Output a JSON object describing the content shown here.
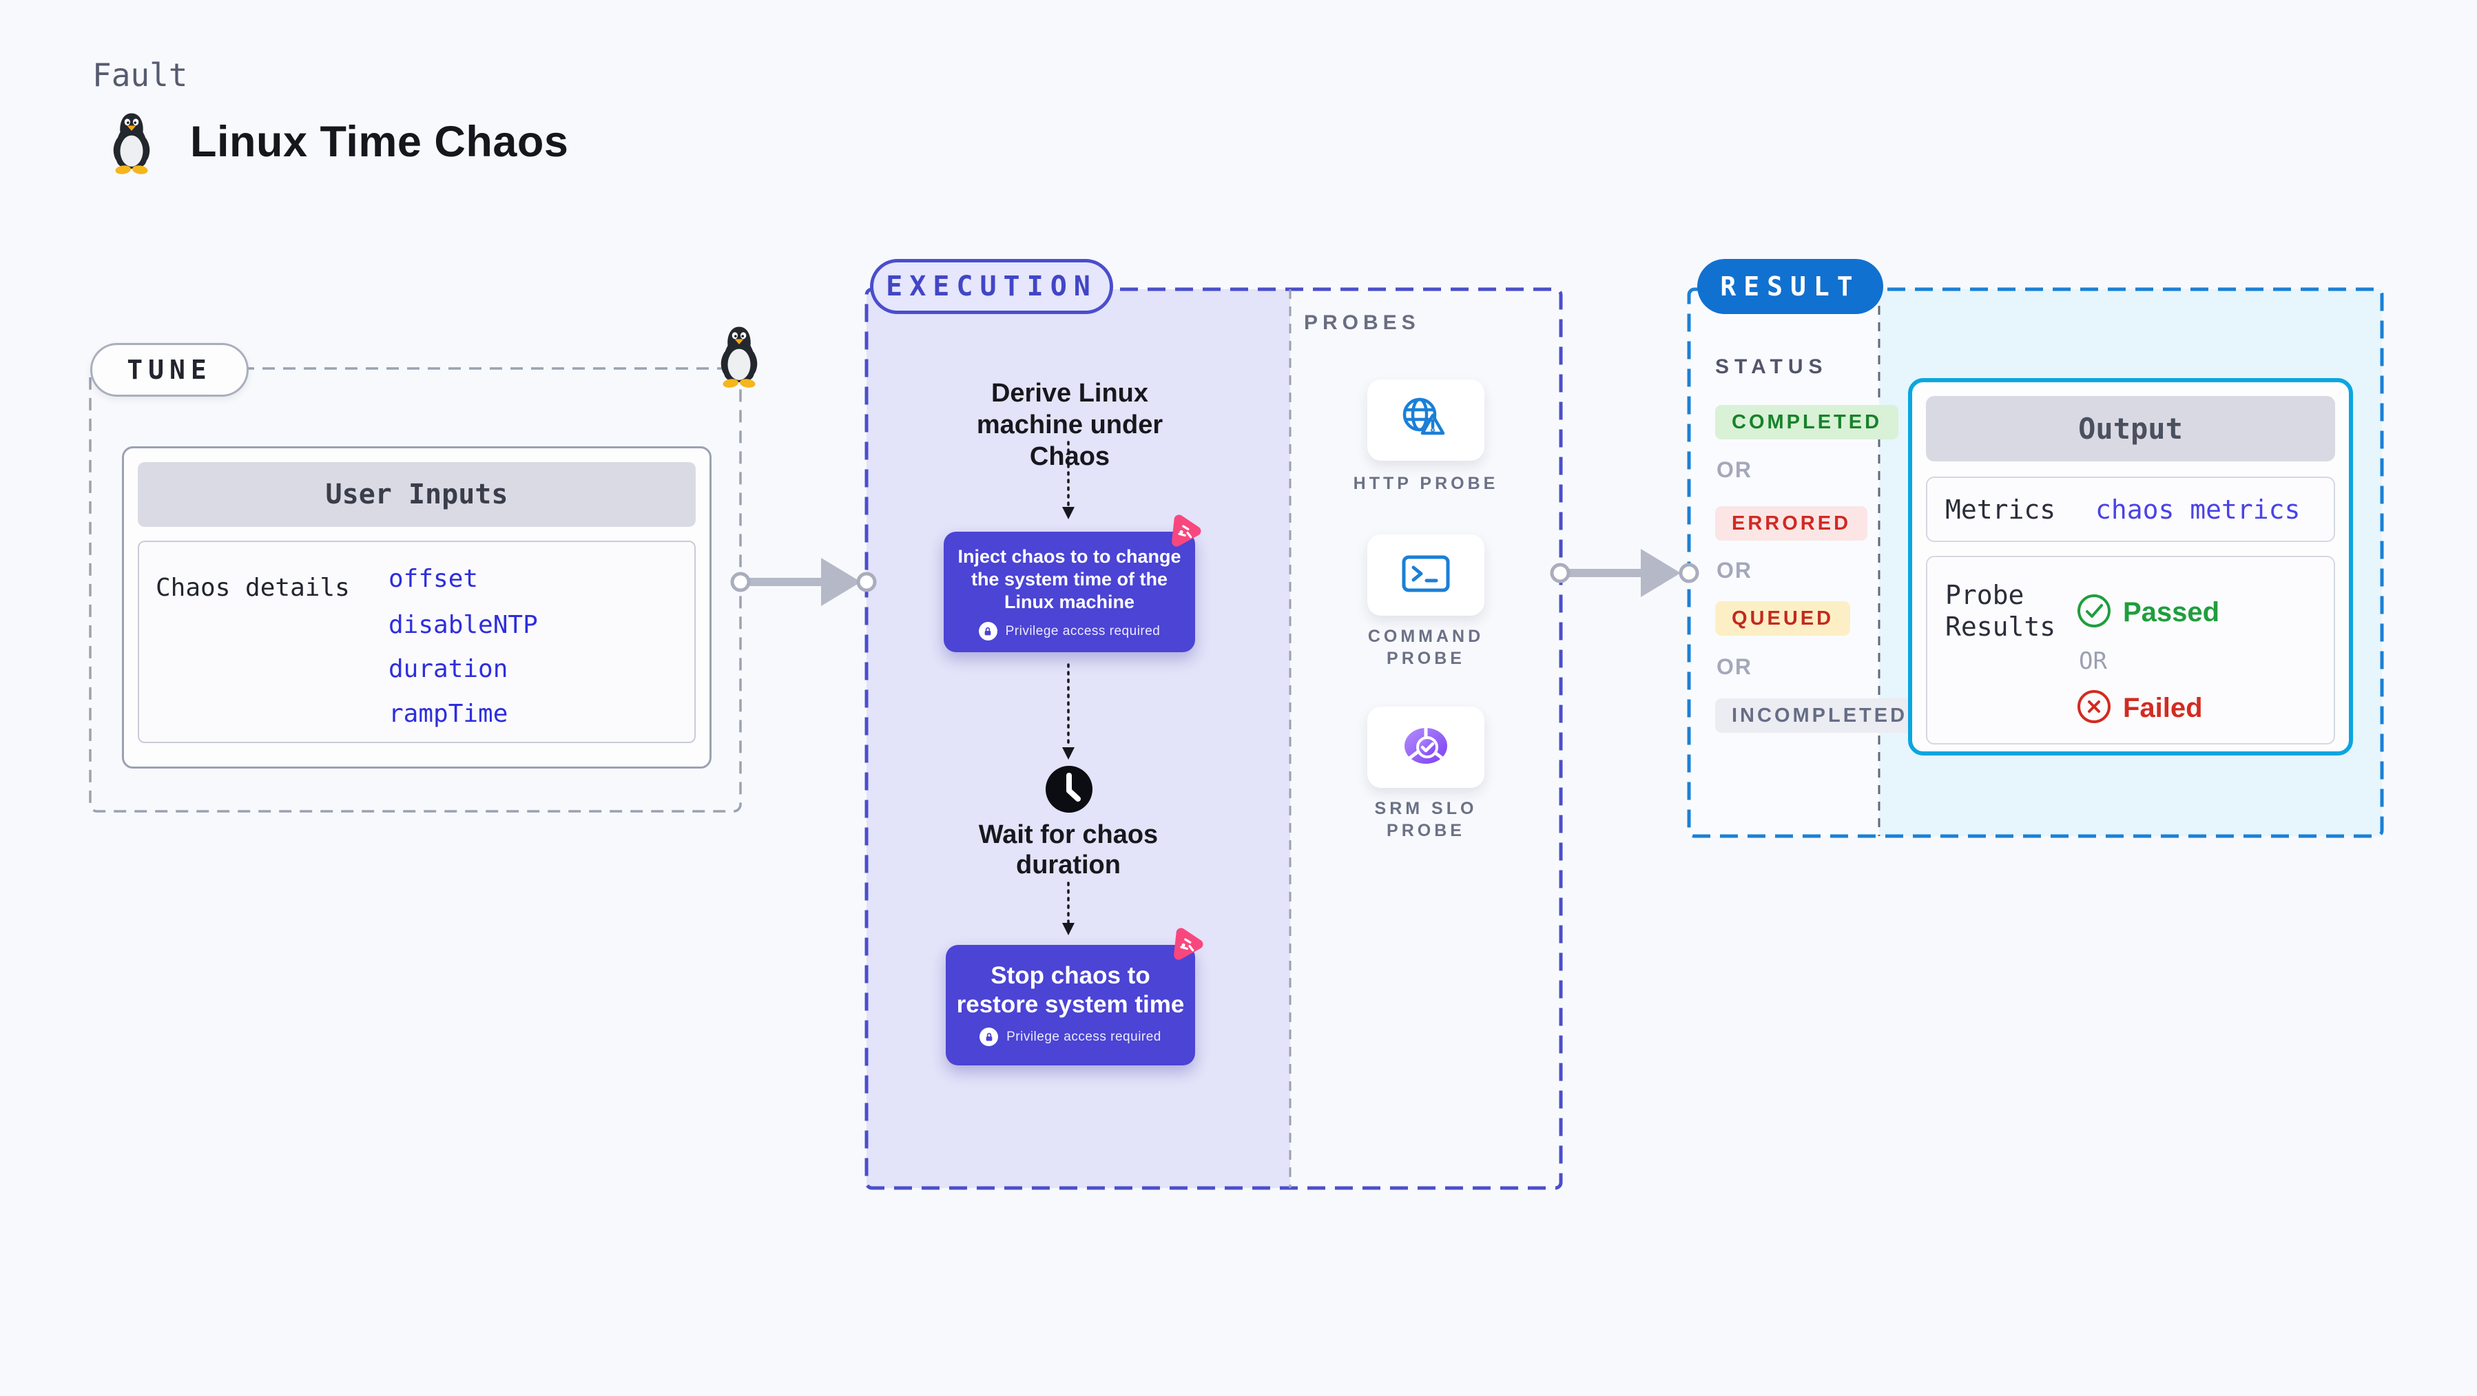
{
  "header": {
    "eyebrow": "Fault",
    "title": "Linux Time Chaos",
    "icon": "tux-penguin"
  },
  "colors": {
    "accent_indigo": "#4a4ecb",
    "chaos_action_purple": "#4b44d4",
    "chaos_logo_pink": "#f8477e",
    "result_blue_dash": "#1a80d6",
    "result_pill_blue": "#1171d0",
    "output_border_cyan": "#09a6e0",
    "probe_icon_blue": "#1b7fd7",
    "link_blue": "#2e2edd",
    "passed_green": "#1f9e3d",
    "failed_red": "#d32b20",
    "execution_bg": "#e3e3f9",
    "result_bg": "#e7f5fc"
  },
  "tune": {
    "label": "TUNE",
    "user_inputs": {
      "title": "User Inputs",
      "row_label": "Chaos details",
      "values": [
        "offset",
        "disableNTP",
        "duration",
        "rampTime"
      ]
    }
  },
  "execution": {
    "label": "EXECUTION",
    "flow": {
      "derive_title": "Derive Linux machine under Chaos",
      "inject": {
        "lines": [
          "Inject chaos to to change",
          "the system time of the",
          "Linux machine"
        ],
        "badge": "Privilege access required"
      },
      "wait_title": "Wait for chaos duration",
      "stop": {
        "lines": [
          "Stop chaos to",
          "restore system time"
        ],
        "badge": "Privilege access required"
      }
    },
    "probes": {
      "label": "PROBES",
      "items": [
        {
          "name": "HTTP PROBE",
          "icon": "globe-alert-icon"
        },
        {
          "name": "COMMAND PROBE",
          "icon": "terminal-icon"
        },
        {
          "name": "SRM SLO PROBE",
          "icon": "slo-pie-icon"
        }
      ]
    }
  },
  "result": {
    "label": "RESULT",
    "status": {
      "label": "STATUS",
      "separator": "OR",
      "items": [
        {
          "text": "COMPLETED",
          "bg": "#d9f1d6",
          "fg": "#17822b"
        },
        {
          "text": "ERRORED",
          "bg": "#fbe6e5",
          "fg": "#cf2a24"
        },
        {
          "text": "QUEUED",
          "bg": "#fdefc5",
          "fg": "#c22a20"
        },
        {
          "text": "INCOMPLETED",
          "bg": "#ececf3",
          "fg": "#666d85"
        }
      ]
    },
    "output": {
      "title": "Output",
      "metrics_label": "Metrics",
      "metrics_value": "chaos metrics",
      "probe_results_label": "Probe Results",
      "passed": "Passed",
      "or": "OR",
      "failed": "Failed"
    }
  }
}
